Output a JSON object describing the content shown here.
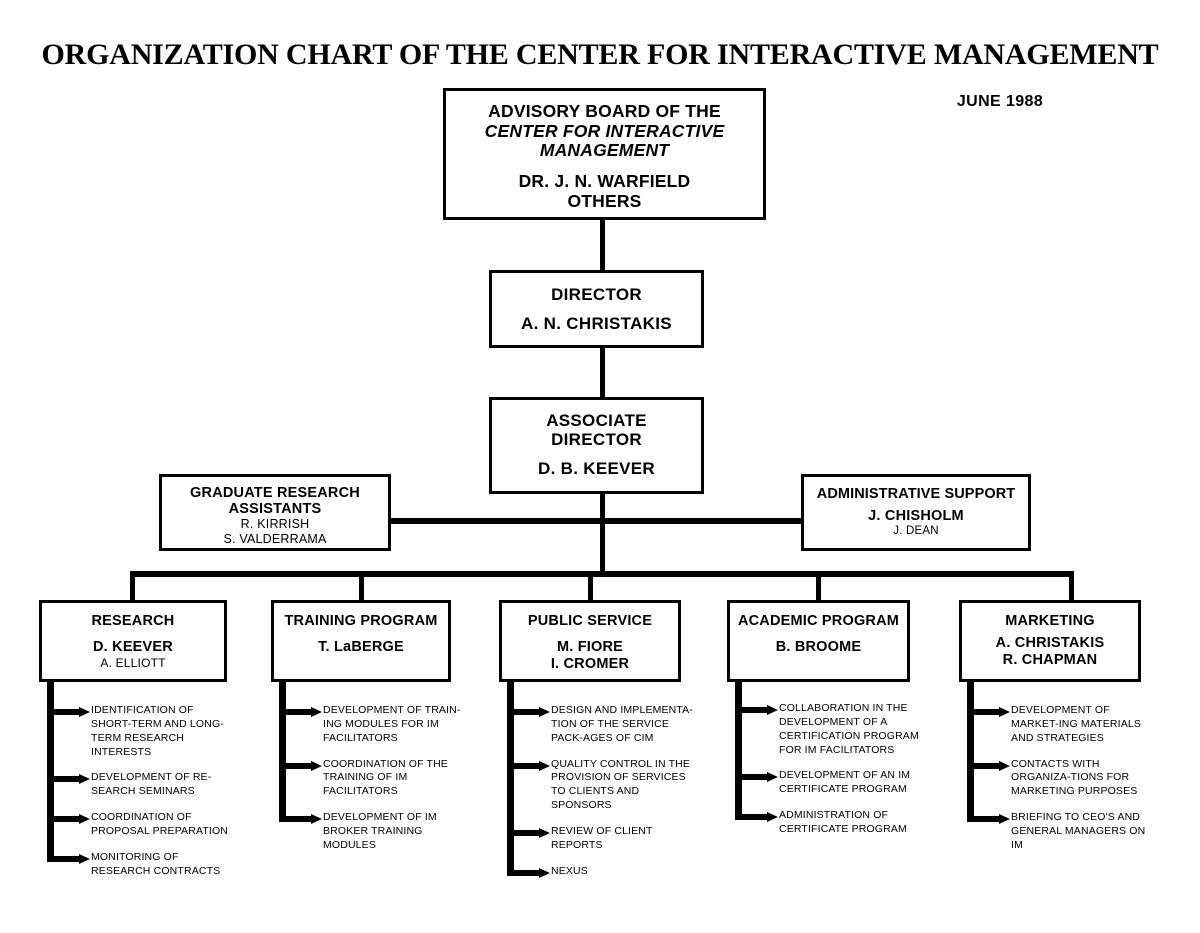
{
  "title": "ORGANIZATION CHART OF THE CENTER FOR INTERACTIVE MANAGEMENT",
  "date_label": "JUNE 1988",
  "nodes": {
    "advisory": {
      "title_line1": "ADVISORY BOARD OF THE",
      "title_italic_line1": "CENTER FOR INTERACTIVE",
      "title_italic_line2": "MANAGEMENT",
      "name1": "DR. J. N. WARFIELD",
      "name2": "OTHERS"
    },
    "director": {
      "title": "DIRECTOR",
      "name1": "A. N. CHRISTAKIS"
    },
    "associate_director": {
      "title_line1": "ASSOCIATE",
      "title_line2": "DIRECTOR",
      "name1": "D. B. KEEVER"
    },
    "graduate_research_assistants": {
      "title_line1": "GRADUATE RESEARCH",
      "title_line2": "ASSISTANTS",
      "name1": "R. KIRRISH",
      "name2": "S. VALDERRAMA"
    },
    "administrative_support": {
      "title": "ADMINISTRATIVE SUPPORT",
      "name1": "J. CHISHOLM",
      "name2": "J. DEAN"
    },
    "research": {
      "title": "RESEARCH",
      "name1": "D. KEEVER",
      "name2": "A. ELLIOTT"
    },
    "training": {
      "title": "TRAINING PROGRAM",
      "name1": "T. LaBERGE"
    },
    "public_service": {
      "title": "PUBLIC SERVICE",
      "name1": "M. FIORE",
      "name2": "I. CROMER"
    },
    "academic": {
      "title": "ACADEMIC PROGRAM",
      "name1": "B. BROOME"
    },
    "marketing": {
      "title": "MARKETING",
      "name1": "A. CHRISTAKIS",
      "name2": "R. CHAPMAN"
    }
  },
  "bullets": {
    "research": [
      "IDENTIFICATION OF SHORT-TERM AND LONG-TERM RESEARCH INTERESTS",
      "DEVELOPMENT OF RE-SEARCH SEMINARS",
      "COORDINATION OF PROPOSAL PREPARATION",
      "MONITORING OF RESEARCH CONTRACTS"
    ],
    "training": [
      "DEVELOPMENT OF TRAIN-ING MODULES FOR IM FACILITATORS",
      "COORDINATION OF THE TRAINING OF IM FACILITATORS",
      "DEVELOPMENT OF IM BROKER TRAINING MODULES"
    ],
    "public_service": [
      "DESIGN AND IMPLEMENTA-TION OF THE SERVICE PACK-AGES OF CIM",
      "QUALITY CONTROL IN THE PROVISION OF SERVICES TO CLIENTS AND SPONSORS",
      "REVIEW OF CLIENT REPORTS",
      "NEXUS"
    ],
    "academic": [
      "COLLABORATION IN THE DEVELOPMENT OF A CERTIFICATION  PROGRAM FOR IM FACILITATORS",
      "DEVELOPMENT OF AN IM CERTIFICATE PROGRAM",
      "ADMINISTRATION OF CERTIFICATE PROGRAM"
    ],
    "marketing": [
      "DEVELOPMENT OF MARKET-ING MATERIALS AND STRATEGIES",
      "CONTACTS WITH ORGANIZA-TIONS FOR MARKETING PURPOSES",
      "BRIEFING TO CEO'S AND GENERAL MANAGERS ON IM"
    ]
  },
  "colors": {
    "ink": "#000000",
    "paper": "#ffffff"
  }
}
